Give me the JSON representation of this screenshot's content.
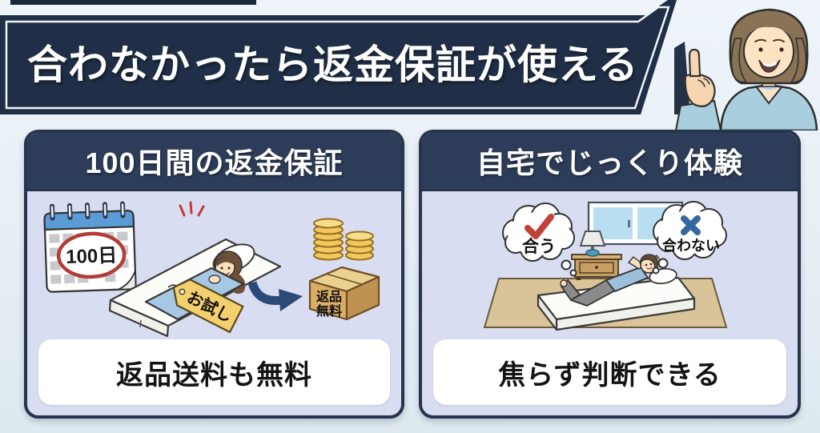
{
  "banner": {
    "title": "合わなかったら返金保証が使える"
  },
  "left_panel": {
    "title": "100日間の返金保証",
    "calendar_text": "100日",
    "tag_text": "お試し",
    "box_line1": "返品",
    "box_line2": "無料",
    "footer": "返品送料も無料"
  },
  "right_panel": {
    "title": "自宅でじっくり体験",
    "bubble_fit": "合う",
    "bubble_nofit": "合わない",
    "footer": "焦らず判断できる"
  },
  "colors": {
    "page_bg": "#e7eff5",
    "banner_bg": "#202f47",
    "panel_border": "#27344e",
    "panel_header_bg": "#2d3c58",
    "panel_body_bg": "#d9ddf1",
    "footer_box_bg": "#fffffe",
    "check_red": "#bf4138",
    "cross_blue": "#36689d",
    "calendar_blue": "#5b9cd6",
    "coin_gold": "#f1c75f",
    "carton_brown": "#d9ad66",
    "tag_yellow": "#f4cf6e",
    "floor_tan": "#d9c398",
    "skin": "#fce3c3",
    "hair_brown": "#8a7254",
    "shirt_blue": "#a9cedd"
  }
}
